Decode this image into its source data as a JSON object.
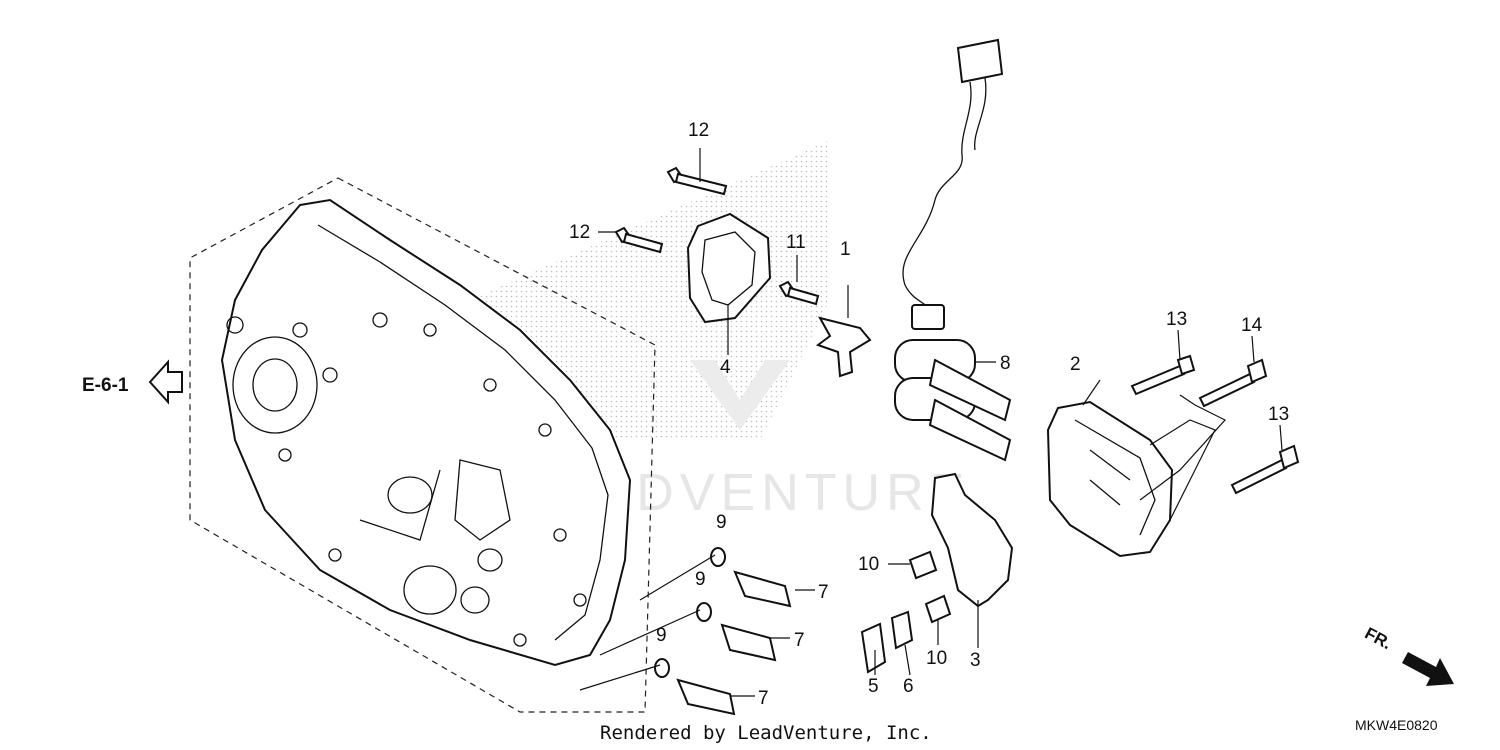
{
  "diagram": {
    "reference_link": "E-6-1",
    "diagram_code": "MKW4E0820",
    "credit": "Rendered by LeadVenture, Inc.",
    "watermark": "LEADVENTURE",
    "fr_label": "FR."
  },
  "callouts": {
    "p1": "1",
    "p2": "2",
    "p3": "3",
    "p4": "4",
    "p5": "5",
    "p6": "6",
    "p7a": "7",
    "p7b": "7",
    "p7c": "7",
    "p8": "8",
    "p9a": "9",
    "p9b": "9",
    "p9c": "9",
    "p10a": "10",
    "p10b": "10",
    "p11": "11",
    "p12a": "12",
    "p12b": "12",
    "p13a": "13",
    "p13b": "13",
    "p14": "14"
  },
  "icons": [
    "arrow-left-outline-icon",
    "front-direction-arrow-icon"
  ]
}
